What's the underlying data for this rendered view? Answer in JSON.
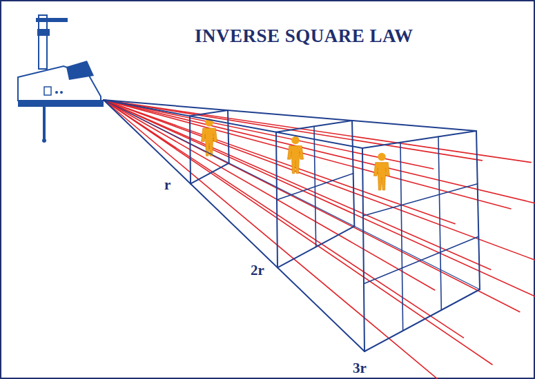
{
  "diagram": {
    "title": "INVERSE SQUARE LAW",
    "labels": [
      "r",
      "2r",
      "3r"
    ]
  }
}
